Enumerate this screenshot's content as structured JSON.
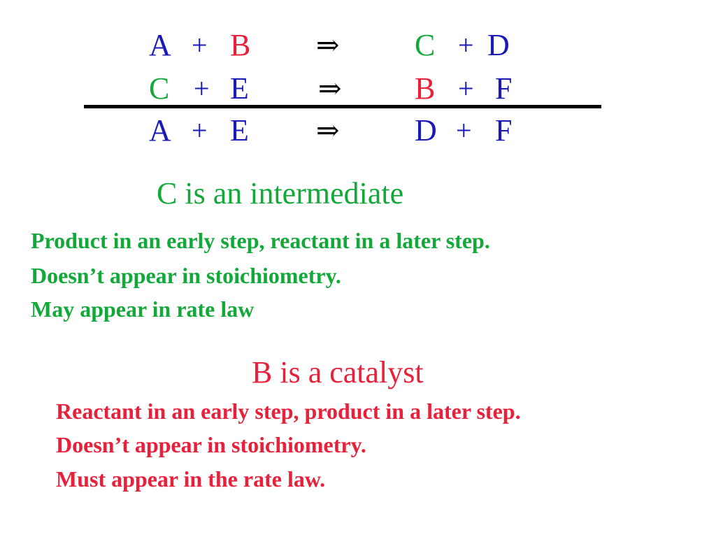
{
  "colors": {
    "blue": "#1a1ab8",
    "red": "#e8203a",
    "green": "#13a83a",
    "black": "#000000"
  },
  "reactions": [
    {
      "left": [
        "A",
        "B"
      ],
      "arrow": "⇒",
      "right": [
        "C",
        "D"
      ],
      "plus": "+"
    },
    {
      "left": [
        "C",
        "E"
      ],
      "arrow": "⇒",
      "right": [
        "B",
        "F"
      ],
      "plus": "+"
    },
    {
      "left": [
        "A",
        "E"
      ],
      "arrow": "⇒",
      "right": [
        "D",
        "F"
      ],
      "plus": "+"
    }
  ],
  "intermediate": {
    "heading": "C is an intermediate",
    "lines": [
      "Product in an early step,  reactant in a later step.",
      "Doesn’t appear in stoichiometry.",
      "May appear in rate law"
    ]
  },
  "catalyst": {
    "heading": "B is a catalyst",
    "lines": [
      "Reactant in an early step, product in a later step.",
      "Doesn’t appear in stoichiometry.",
      "Must appear in the rate law."
    ]
  }
}
